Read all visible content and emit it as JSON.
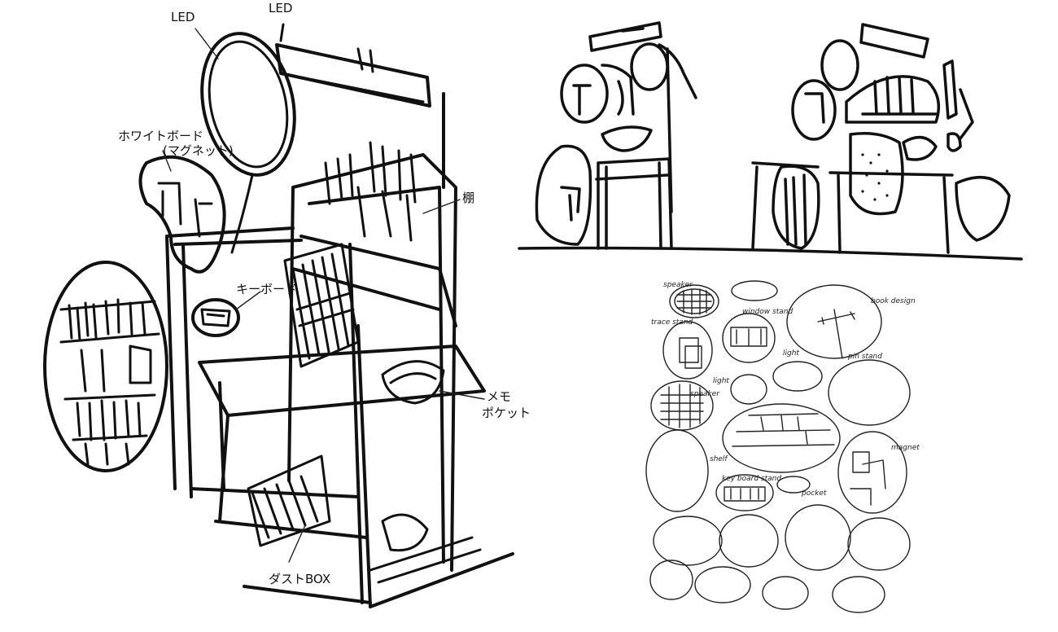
{
  "sketch_main": {
    "labels": {
      "led_left": "LED",
      "led_right": "LED",
      "whiteboard": "ホワイトボード",
      "whiteboard_note": "(マグネット)",
      "shelf": "棚",
      "keyboard": "キーボード",
      "memo": "メモ",
      "pocket": "ポケット",
      "dust_box": "ダストBOX"
    }
  },
  "plan_sketch": {
    "labels": {
      "speaker_top": "speaker",
      "trace_stand": "trace stand",
      "window_stand": "window stand",
      "book_design": "book design",
      "light": "light",
      "pin_stand": "pin stand",
      "speaker_mid": "speaker",
      "light2": "light",
      "shelf": "shelf",
      "keyboard_stand": "key board stand",
      "pocket": "pocket",
      "magnet": "magnet"
    }
  }
}
